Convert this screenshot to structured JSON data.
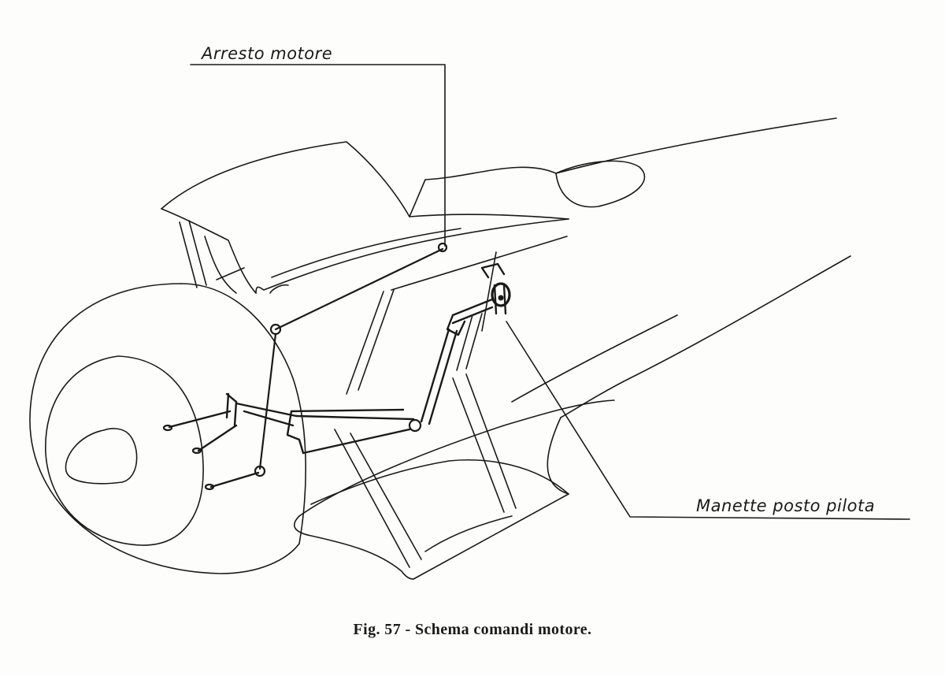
{
  "labels": {
    "engine_stop": "Arresto motore",
    "pilot_levers": "Manette posto pilota"
  },
  "caption": "Fig. 57 - Schema comandi motore."
}
